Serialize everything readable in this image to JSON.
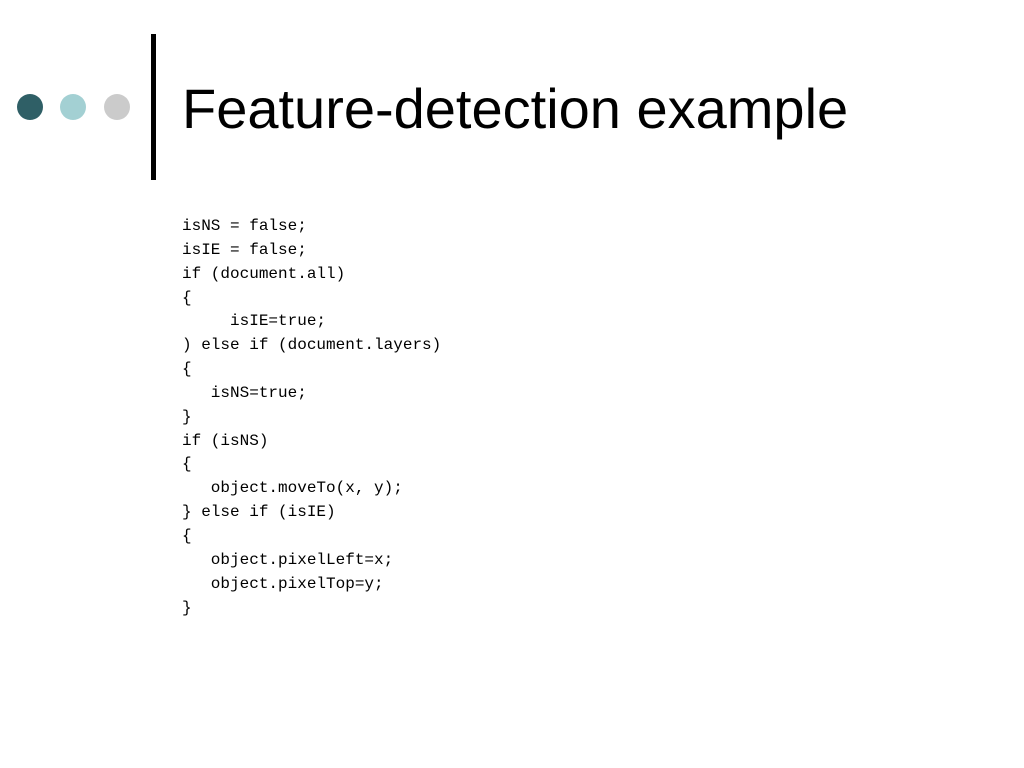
{
  "slide": {
    "title": "Feature-detection example",
    "bullet_dots": [
      {
        "color": "#2f5f66"
      },
      {
        "color": "#a3d0d3"
      },
      {
        "color": "#cbcbcb"
      }
    ],
    "divider_color": "#000000",
    "code_lines": [
      "isNS = false;",
      "isIE = false;",
      "if (document.all)",
      "{",
      "     isIE=true;",
      ") else if (document.layers)",
      "{",
      "   isNS=true;",
      "}",
      "if (isNS)",
      "{",
      "   object.moveTo(x, y);",
      "} else if (isIE)",
      "{",
      "   object.pixelLeft=x;",
      "   object.pixelTop=y;",
      "}"
    ]
  }
}
